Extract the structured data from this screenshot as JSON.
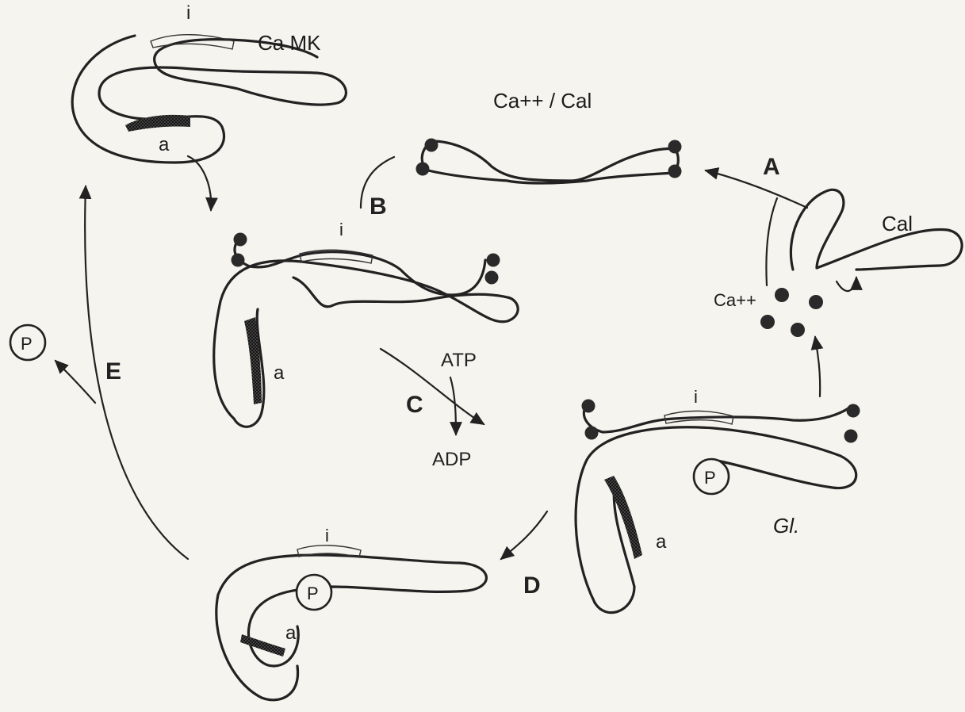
{
  "labels": {
    "camk": "Ca MK",
    "ca_cal": "Ca++ / Cal",
    "cal": "Cal",
    "ca_ions": "Ca++",
    "atp": "ATP",
    "adp": "ADP",
    "phospho": "P",
    "inhibitory_site": "i",
    "active_site": "a",
    "signature": "Gl."
  },
  "steps": {
    "a": "A",
    "b": "B",
    "c": "C",
    "d": "D",
    "e": "E"
  }
}
